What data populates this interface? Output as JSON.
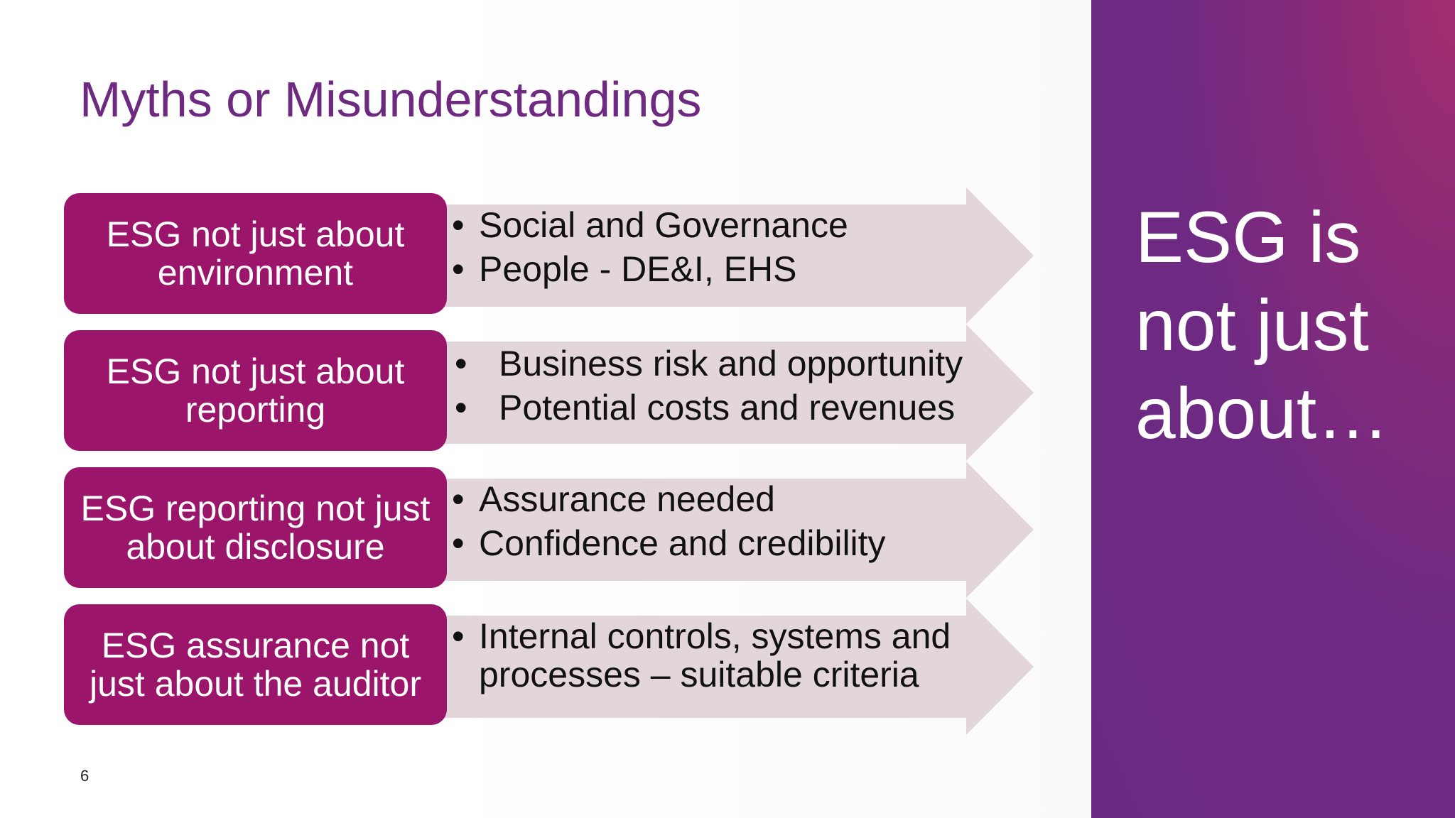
{
  "slide": {
    "title": "Myths or Misunderstandings",
    "page_number": "6",
    "side_text": "ESG is not just about…",
    "colors": {
      "title": "#6d2a80",
      "label_box": "#9b156b",
      "arrow": "#e2d5dc",
      "side_panel": "#6a2a84"
    },
    "rows": [
      {
        "label": "ESG not just about environment",
        "bullets": [
          "Social and Governance",
          "People - DE&I, EHS"
        ]
      },
      {
        "label": "ESG not just about reporting",
        "bullets": [
          "Business risk and opportunity",
          "Potential costs and revenues"
        ]
      },
      {
        "label": "ESG reporting not just about disclosure",
        "bullets": [
          "Assurance needed",
          "Confidence and credibility"
        ]
      },
      {
        "label": "ESG assurance not just about the auditor",
        "bullets": [
          "Internal controls, systems and processes – suitable criteria"
        ]
      }
    ]
  }
}
